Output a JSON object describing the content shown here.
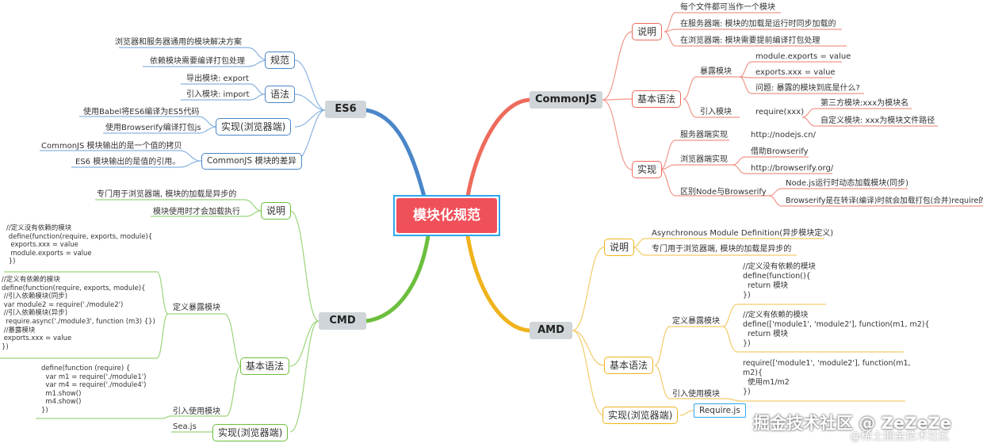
{
  "center": "模块化规范",
  "es6": {
    "title": "ES6",
    "sections": {
      "guifan": "规范",
      "yufa": "语法",
      "shixian": "实现(浏览器端)",
      "diff": "CommonJS 模块的差异"
    },
    "leaves": {
      "g1": "浏览器和服务器通用的模块解决方案",
      "g2": "依赖模块需要编译打包处理",
      "y1": "导出模块: export",
      "y2": "引入模块: import",
      "s1": "使用Babel将ES6编译为ES5代码",
      "s2": "使用Browserify编译打包js",
      "d1": "CommonJS 模块输出的是一个值的拷贝",
      "d2": "ES6 模块输出的是值的引用。"
    }
  },
  "cmd": {
    "title": "CMD",
    "sections": {
      "shuoming": "说明",
      "jiben": "基本语法",
      "shixian": "实现(浏览器端)"
    },
    "leaves": {
      "sm1": "专门用于浏览器端, 模块的加载是异步的",
      "sm2": "模块使用时才会加载执行",
      "define_label": "定义暴露模块",
      "code1": "//定义没有依赖的模块\n define(function(require, exports, module){\n  exports.xxx = value\n  module.exports = value\n })",
      "code2": "//定义有依赖的模块\ndefine(function(require, exports, module){\n //引入依赖模块(同步)\n var module2 = require('./module2')\n //引入依赖模块(异步)\n  require.async('./module3', function (m3) {})\n //暴露模块\n exports.xxx = value\n})",
      "use_label": "引入使用模块",
      "code3": "define(function (require) {\n  var m1 = require('./module1')\n  var m4 = require('./module4')\n  m1.show()\n  m4.show()\n})",
      "seajs": "Sea.js"
    }
  },
  "commonjs": {
    "title": "CommonJS",
    "sections": {
      "shuoming": "说明",
      "jiben": "基本语法",
      "shixian": "实现"
    },
    "leaves": {
      "sm1": "每个文件都可当作一个模块",
      "sm2": "在服务器端: 模块的加载是运行时同步加载的",
      "sm3": "在浏览器端: 模块需要提前编译打包处理",
      "expose": "暴露模块",
      "e1": "module.exports = value",
      "e2": "exports.xxx = value",
      "e3": "问题: 暴露的模块到底是什么?",
      "import": "引入模块",
      "req": "require(xxx)",
      "r1": "第三方模块:xxx为模块名",
      "r2": "自定义模块: xxx为模块文件路径",
      "server": "服务器端实现",
      "server_url": "http://nodejs.cn/",
      "browser": "浏览器端实现",
      "b1": "借助Browserify",
      "b2": "http://browserify.org/",
      "diff": "区别Node与Browserify",
      "df1": "Node.js运行时动态加载模块(同步)",
      "df2": "Browserify是在转译(编译)时就会加载打包(合并)require的模块"
    }
  },
  "amd": {
    "title": "AMD",
    "sections": {
      "shuoming": "说明",
      "jiben": "基本语法",
      "shixian": "实现(浏览器端)"
    },
    "leaves": {
      "sm1": "Asynchronous Module Definition(异步模块定义)",
      "sm2": "专门用于浏览器端, 模块的加载是异步的",
      "define_label": "定义暴露模块",
      "code1": "//定义没有依赖的模块\ndefine(function(){\n  return 模块\n})",
      "code2": "//定义有依赖的模块\ndefine(['module1', 'module2'], function(m1, m2){\n  return 模块\n})",
      "use_label": "引入使用模块",
      "code3": "require(['module1', 'module2'], function(m1,\nm2){\n  使用m1/m2\n})",
      "requirejs": "Require.js"
    }
  },
  "watermark": {
    "main": "掘金技术社区 @ ZeZeZe",
    "sub": "@稀土掘金技术社区"
  },
  "colors": {
    "es6": "#4a86c8",
    "cmd": "#6cbf3d",
    "commonjs": "#ee6b5c",
    "amd": "#f0b31d",
    "es6_light": "#8ab4e0",
    "cmd_light": "#9bd57a",
    "commonjs_light": "#f1968b",
    "amd_light": "#f3cc6a",
    "center_bg": "#f0505a",
    "center_border": "#2ea7ee"
  }
}
